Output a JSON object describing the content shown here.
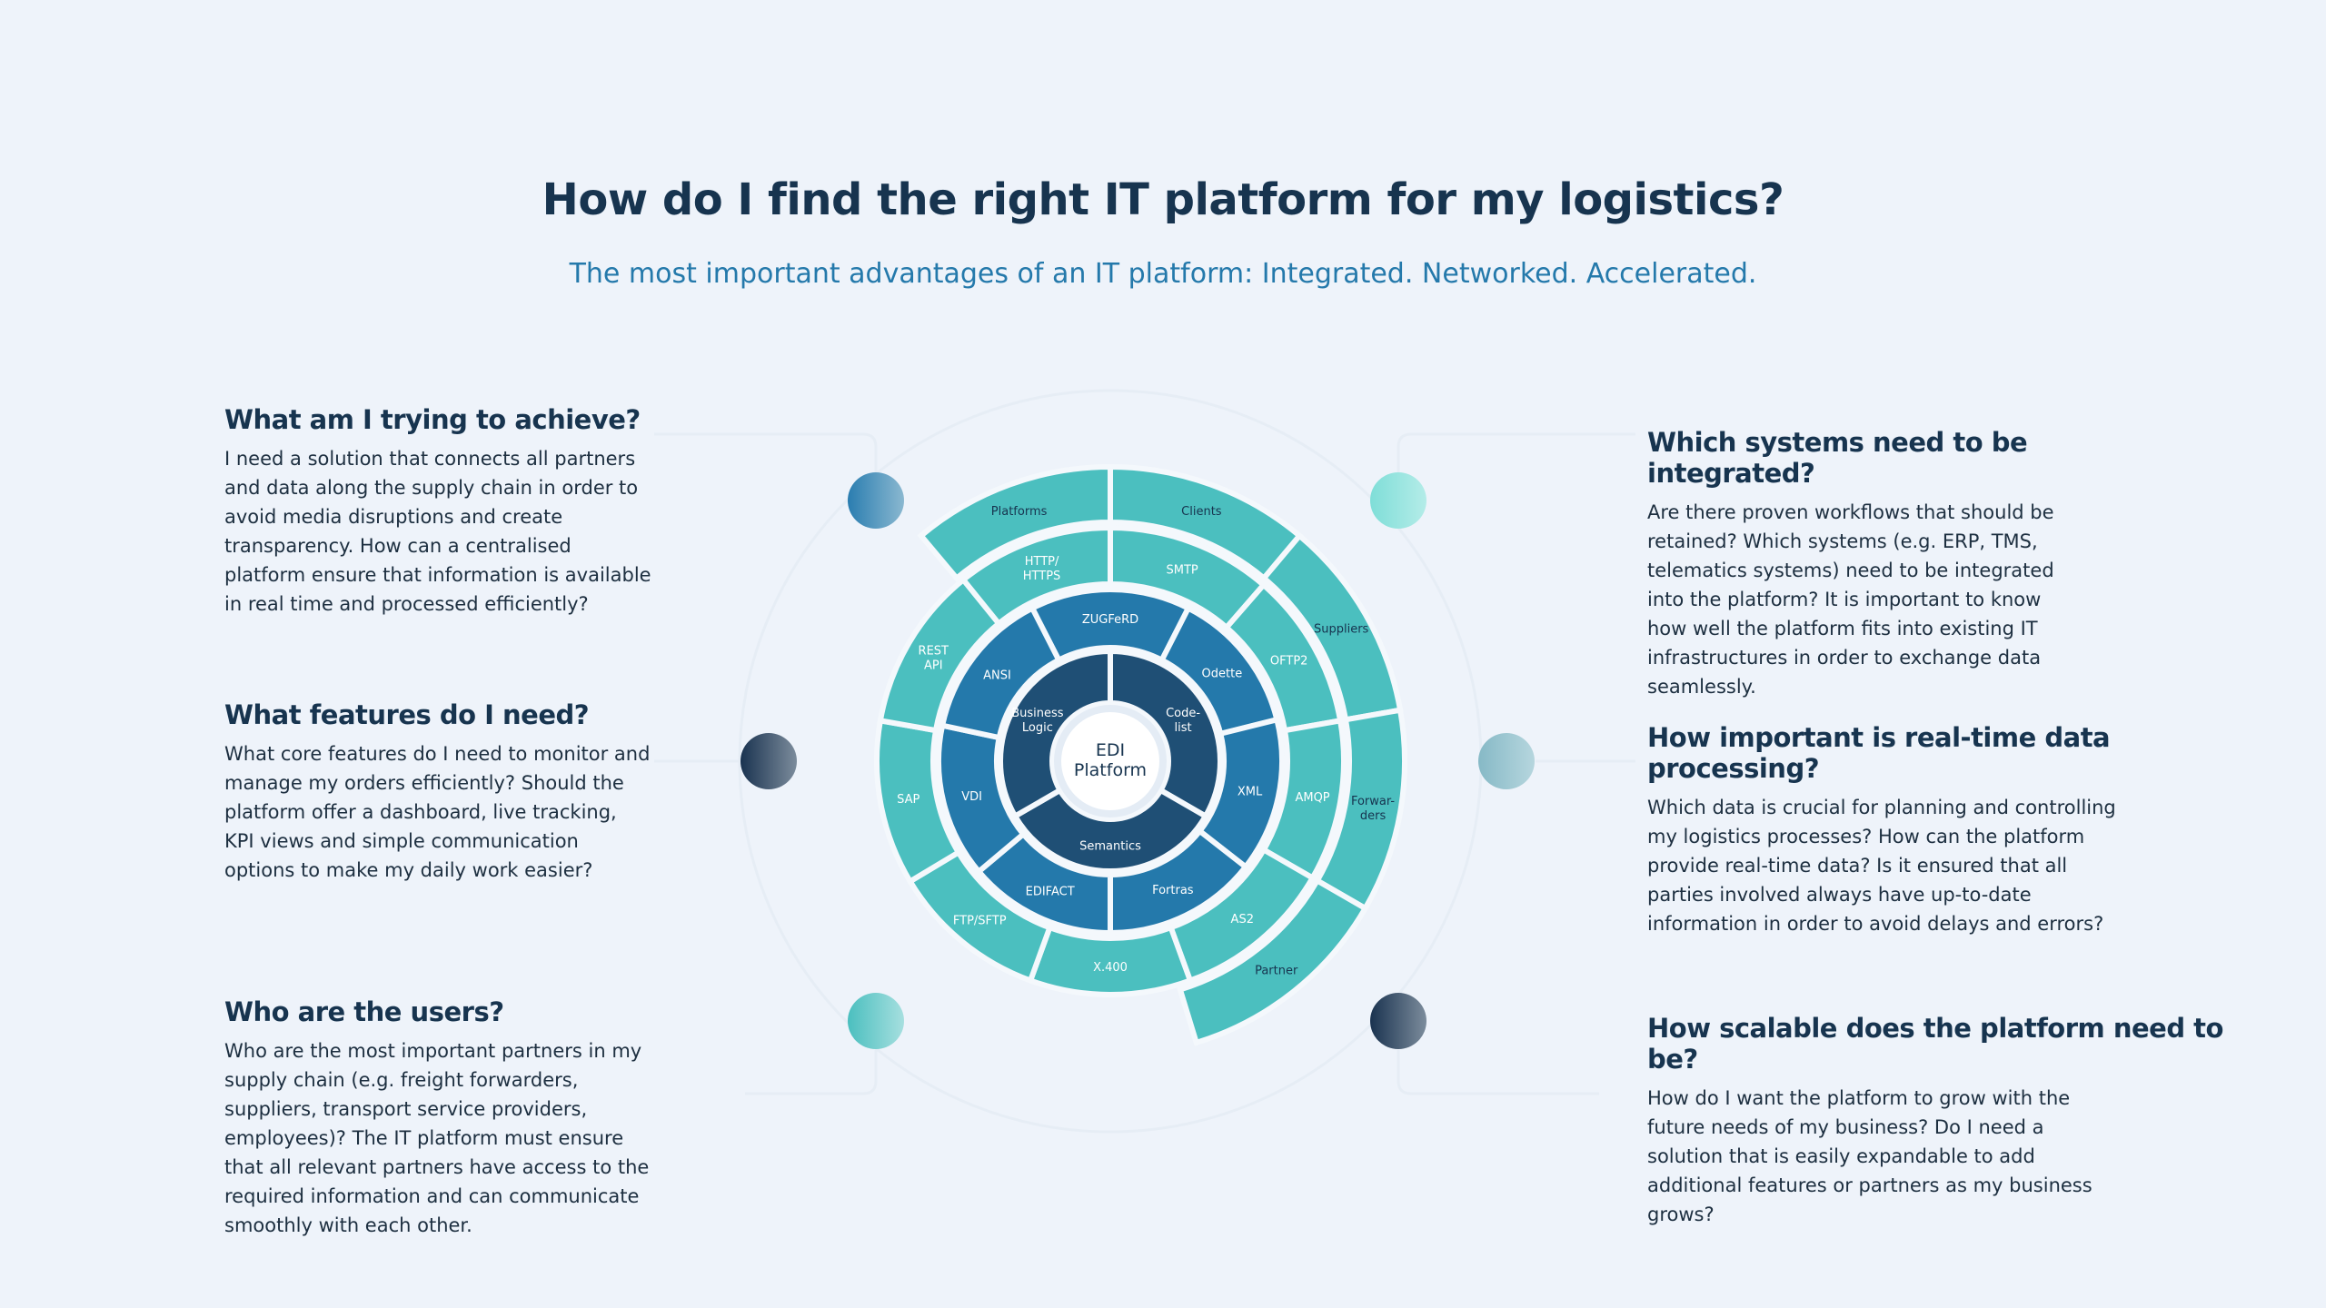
{
  "header": {
    "title": "How do I find the right IT platform for my logistics?",
    "subtitle": "The most important advantages of an IT platform: Integrated. Networked. Accelerated."
  },
  "left_blocks": [
    {
      "heading": "What am I trying to achieve?",
      "body": "I need a solution that connects all partners and data along the supply chain in order to avoid media disruptions and create transparency. How can a centralised platform ensure that information is available in real time and processed efficiently?"
    },
    {
      "heading": "What features do I need?",
      "body": "What core features do I need to monitor and manage my orders efficiently? Should the platform offer a dashboard, live tracking, KPI views and simple communication options to make my daily work easier?"
    },
    {
      "heading": "Who are the users?",
      "body": "Who are the most important partners in my supply chain (e.g. freight forwarders, suppliers, transport service providers, employees)? The IT platform must ensure that all relevant partners have access to the required information and can communicate smoothly with each other."
    }
  ],
  "right_blocks": [
    {
      "heading": "Which systems need to be integrated?",
      "body": "Are there proven workflows that should be retained? Which systems (e.g. ERP, TMS, telematics systems) need to be integrated into the platform? It is important to know how well the platform fits into existing IT infrastructures in order to exchange data seamlessly."
    },
    {
      "heading": "How important is real-time data processing?",
      "body": "Which data is crucial for planning and controlling my logistics processes? How can the platform provide real-time data? Is it ensured that all parties involved always have up-to-date information in order to avoid delays and errors?"
    },
    {
      "heading": "How scalable does the platform need to be?",
      "body": "How do I want the platform to grow with the future needs of my business? Do I need a solution that is easily expandable to add additional features or partners as my business grows?"
    }
  ],
  "diagram": {
    "center": [
      "EDI",
      "Platform"
    ],
    "colors": {
      "core": "#1f4f75",
      "formats": "#2479ab",
      "protocols": "#4bbfbf",
      "partners": "#4bbfbf",
      "center": "#ffffff",
      "gap": "#eef3fa"
    },
    "core": [
      [
        "Code-",
        "list"
      ],
      [
        "Semantics"
      ],
      [
        "Business",
        "Logic"
      ]
    ],
    "formats": [
      [
        "ZUGFeRD"
      ],
      [
        "Odette"
      ],
      [
        "XML"
      ],
      [
        "Fortras"
      ],
      [
        "EDIFACT"
      ],
      [
        "VDI"
      ],
      [
        "ANSI"
      ]
    ],
    "protocols": [
      [
        "SMTP"
      ],
      [
        "OFTP2"
      ],
      [
        "AMQP"
      ],
      [
        "AS2"
      ],
      [
        "X.400"
      ],
      [
        "FTP/SFTP"
      ],
      [
        "SAP"
      ],
      [
        "REST",
        "API"
      ],
      [
        "HTTP/",
        "HTTPS"
      ]
    ],
    "partners": [
      [
        "Clients"
      ],
      [
        "Suppliers"
      ],
      [
        "Forwar-",
        "ders"
      ],
      [
        "Partner"
      ],
      [
        "Platforms"
      ]
    ]
  }
}
